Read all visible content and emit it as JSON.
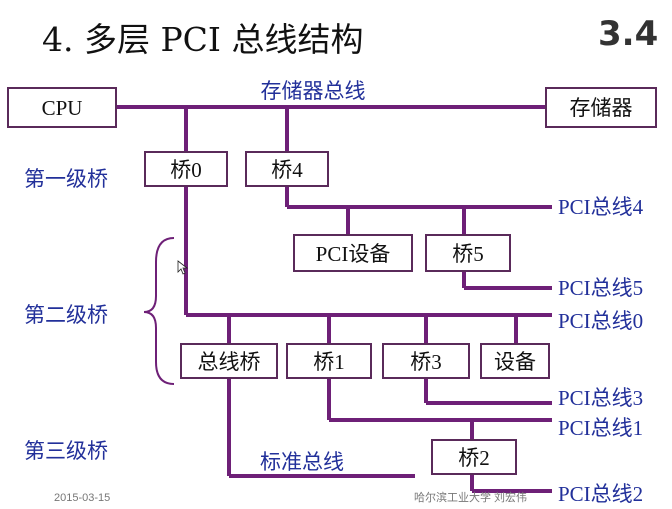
{
  "title": "4. 多层 PCI 总线结构",
  "slide_number": "3.4",
  "boxes": {
    "cpu": "CPU",
    "memory": "存储器",
    "bridge0": "桥0",
    "bridge4": "桥4",
    "pci_device": "PCI设备",
    "bridge5": "桥5",
    "bus_bridge": "总线桥",
    "bridge1": "桥1",
    "bridge3": "桥3",
    "device": "设备",
    "bridge2": "桥2"
  },
  "buses": {
    "memory_bus": "存储器总线",
    "pci4": "PCI总线4",
    "pci5": "PCI总线5",
    "pci0": "PCI总线0",
    "pci3": "PCI总线3",
    "pci1": "PCI总线1",
    "pci2": "PCI总线2",
    "standard_bus": "标准总线"
  },
  "levels": {
    "first": "第一级桥",
    "second": "第二级桥",
    "third": "第三级桥"
  },
  "footer": {
    "date": "2015-03-15",
    "institution": "哈尔滨工业大学  刘宏伟"
  },
  "colors": {
    "wire": "#6e2077",
    "label_blue": "#22309a"
  }
}
